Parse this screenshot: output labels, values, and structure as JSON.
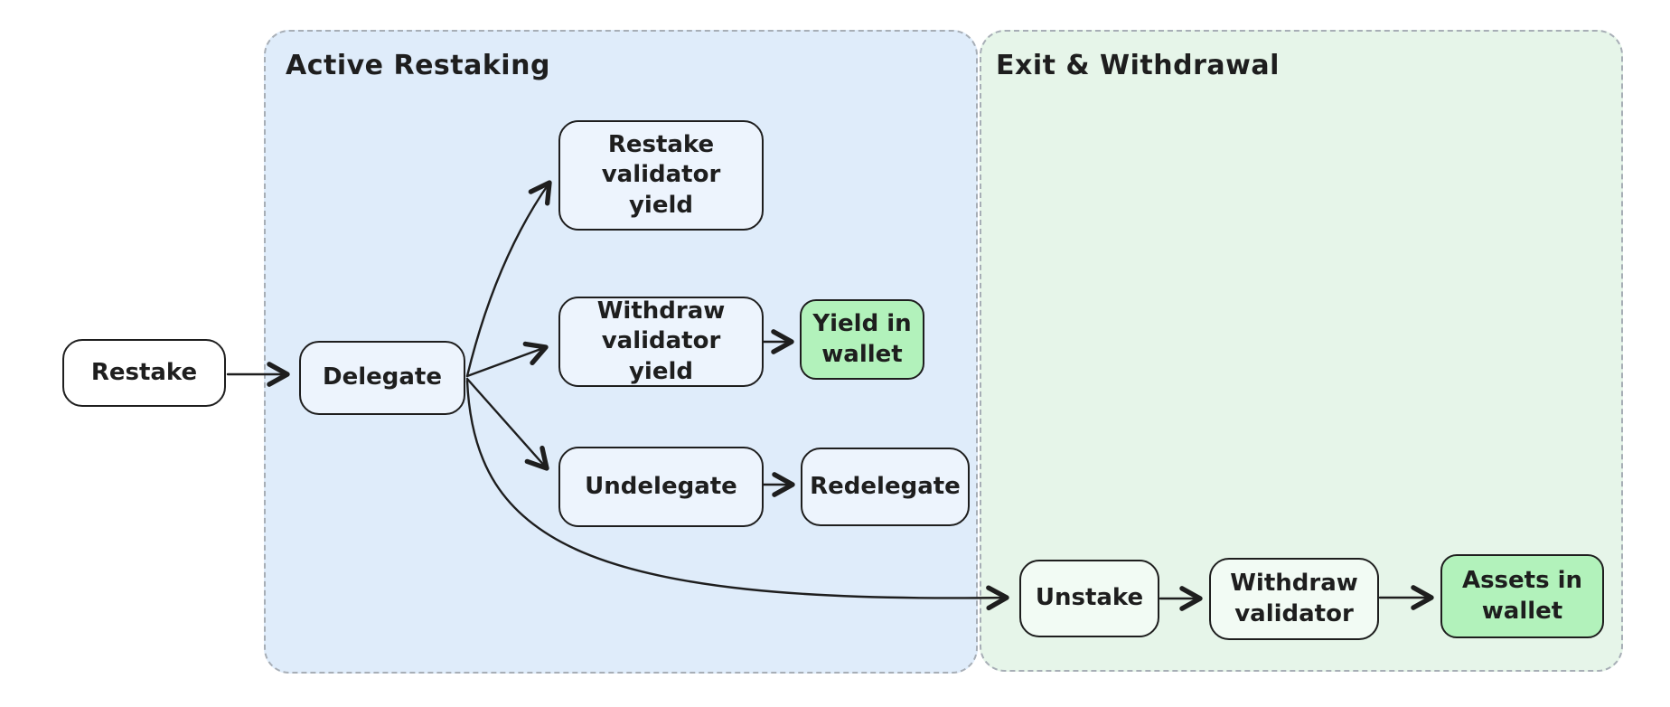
{
  "diagram": {
    "containers": {
      "active": {
        "label": "Active Restaking"
      },
      "exit": {
        "label": "Exit & Withdrawal"
      }
    },
    "nodes": {
      "restake": {
        "label": "Restake"
      },
      "delegate": {
        "label": "Delegate"
      },
      "restake_validator_yield": {
        "label": "Restake\nvalidator yield"
      },
      "withdraw_validator_yield": {
        "label": "Withdraw\nvalidator yield"
      },
      "yield_in_wallet": {
        "label": "Yield in\nwallet"
      },
      "undelegate": {
        "label": "Undelegate"
      },
      "redelegate": {
        "label": "Redelegate"
      },
      "unstake": {
        "label": "Unstake"
      },
      "withdraw_validator": {
        "label": "Withdraw\nvalidator"
      },
      "assets_in_wallet": {
        "label": "Assets in\nwallet"
      }
    },
    "edges": [
      {
        "from": "Restake",
        "to": "Delegate"
      },
      {
        "from": "Delegate",
        "to": "Restake validator yield"
      },
      {
        "from": "Delegate",
        "to": "Withdraw validator yield"
      },
      {
        "from": "Delegate",
        "to": "Undelegate"
      },
      {
        "from": "Delegate",
        "to": "Unstake"
      },
      {
        "from": "Withdraw validator yield",
        "to": "Yield in wallet"
      },
      {
        "from": "Undelegate",
        "to": "Redelegate"
      },
      {
        "from": "Unstake",
        "to": "Withdraw validator"
      },
      {
        "from": "Withdraw validator",
        "to": "Assets in wallet"
      }
    ],
    "colors": {
      "active_container_fill": "#dfecfa",
      "exit_container_fill": "#e6f5e9",
      "container_border": "#a7aeb6",
      "node_border": "#1e1e1e",
      "node_fill_blue": "#edf4fd",
      "node_fill_green_tint": "#f2fbf4",
      "node_fill_white": "#ffffff",
      "highlight_green": "#b2f2bb",
      "arrow": "#1e1e1e",
      "text": "#1e1e1e"
    }
  }
}
